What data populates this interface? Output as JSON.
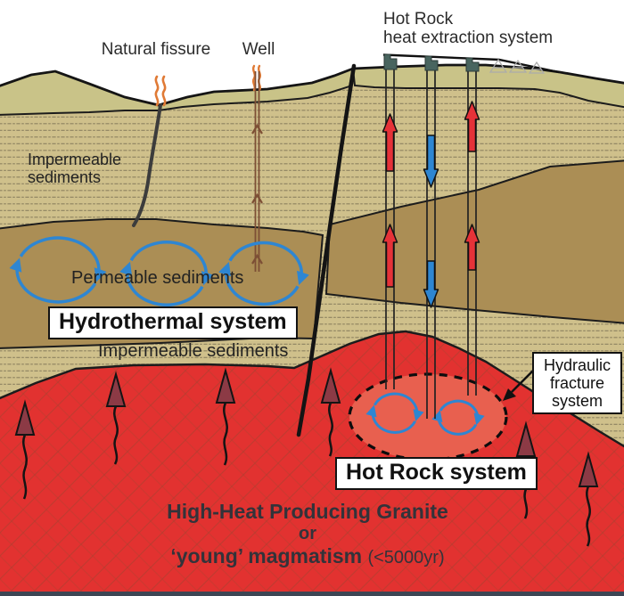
{
  "diagram_title": "Hydrothermal vs Hot Rock geothermal systems cross-section",
  "labels": {
    "natural_fissure": "Natural fissure",
    "well": "Well",
    "hot_rock_extraction": "Hot Rock\nheat extraction system",
    "impermeable_upper": "Impermeable\nsediments",
    "permeable": "Permeable sediments",
    "hydrothermal_system": "Hydrothermal system",
    "impermeable_lower": "Impermeable sediments",
    "hydraulic_fracture": "Hydraulic\nfracture\nsystem",
    "hot_rock_system": "Hot Rock system",
    "caption_line1": "High-Heat Producing Granite",
    "caption_line2": "or",
    "caption_line3_main": "‘young’ magmatism ",
    "caption_line3_suffix": "(<5000yr)"
  },
  "palette": {
    "sky": "#ffffff",
    "surface_soil": "#c9c388",
    "impermeable_sediments": "#cfc08b",
    "sediment_stripe": "#8d8260",
    "permeable_sediments": "#ab8e55",
    "granite_red": "#e23230",
    "granite_hatch": "#a8402e",
    "fracture_zone": "#e8604f",
    "hot_arrow_red": "#e53238",
    "cold_arrow_blue": "#2e86d2",
    "heat_flow_maroon": "#8c3a45",
    "steam_orange": "#e07a35",
    "well_casing_brown": "#7d4f35",
    "wellhead_teal": "#49655f",
    "outline_black": "#141414",
    "bottom_band": "#3d4654"
  },
  "icons": {
    "steam": "steam-squiggle-icon",
    "convection": "convection-loop-icon",
    "heat_flow": "heat-flow-arrow-icon",
    "wellhead": "wellhead-icon",
    "derrick": "derrick-icon"
  }
}
